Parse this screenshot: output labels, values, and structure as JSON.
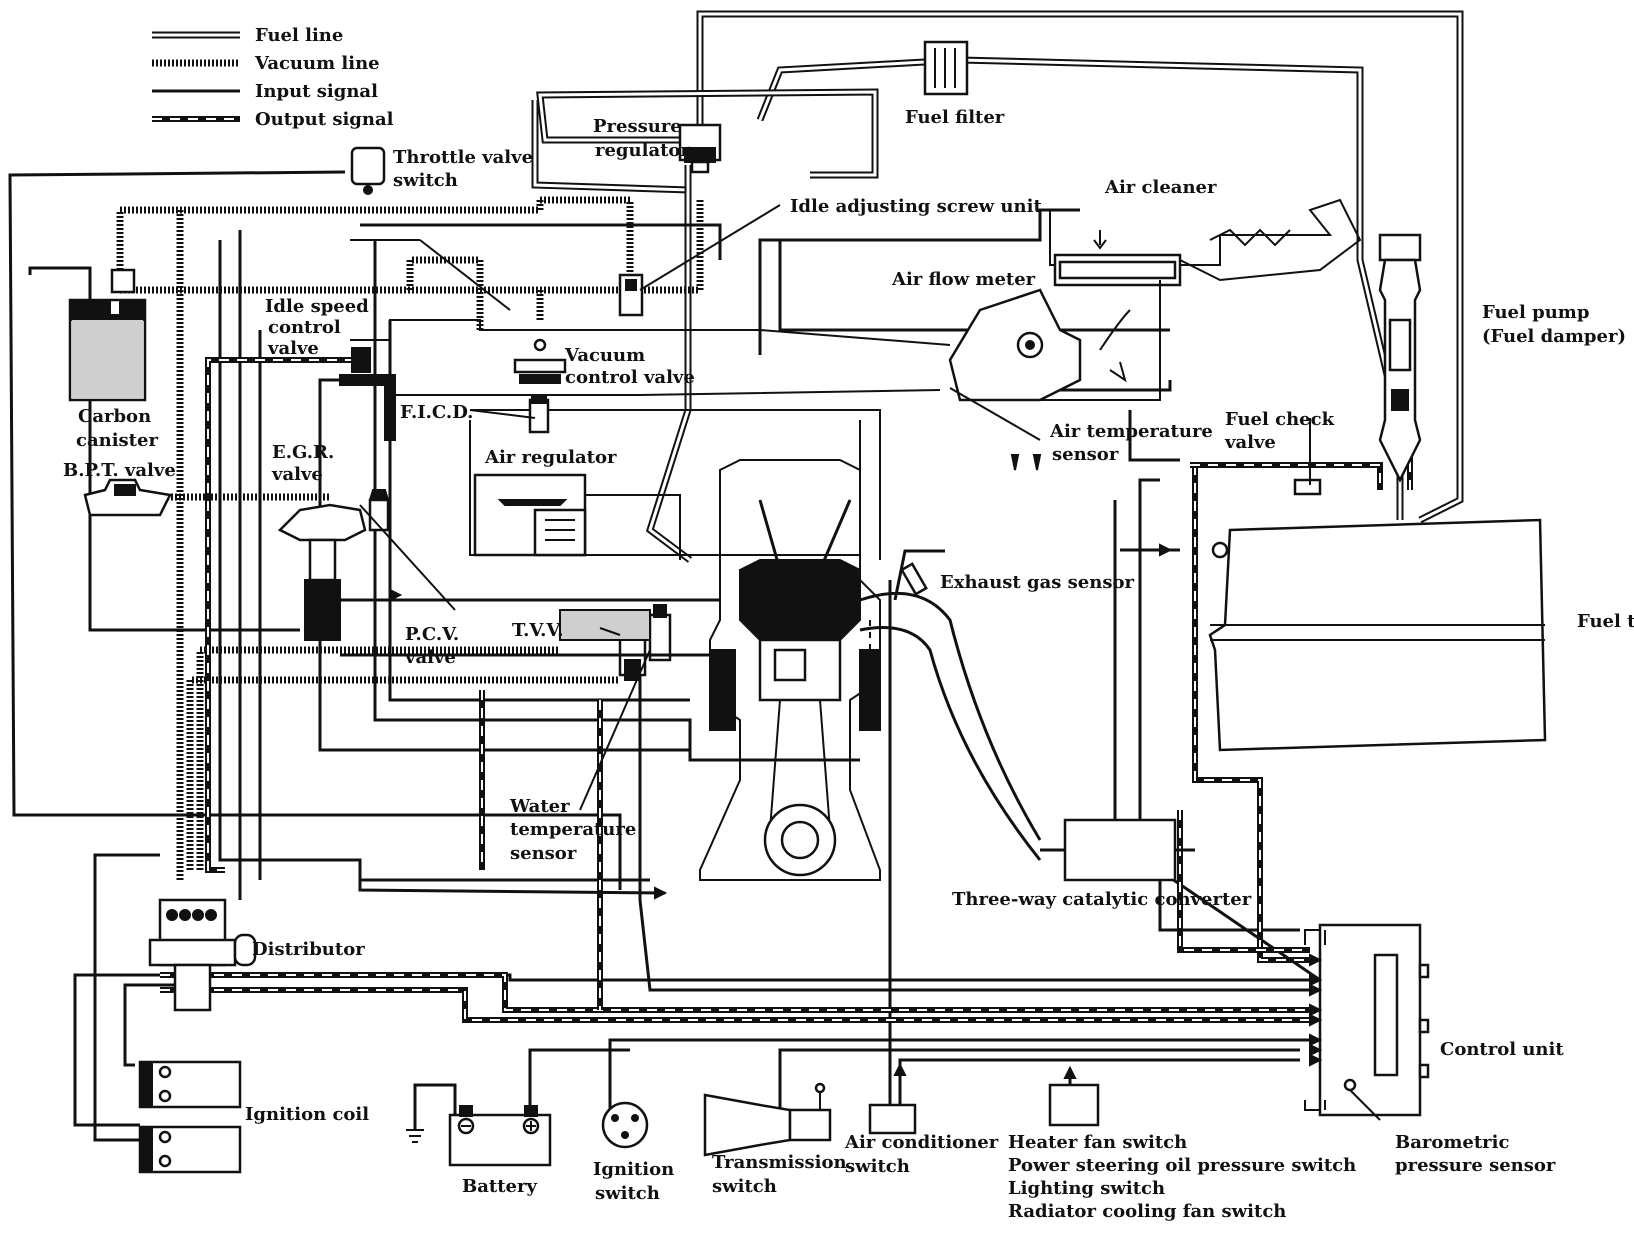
{
  "legend": {
    "fuel_line": "Fuel line",
    "vacuum_line": "Vacuum line",
    "input_signal": "Input signal",
    "output_signal": "Output signal"
  },
  "labels": {
    "pressure_regulator": [
      "Pressure",
      "regulator"
    ],
    "fuel_filter": "Fuel filter",
    "throttle_valve_switch": [
      "Throttle valve",
      "switch"
    ],
    "idle_adjusting_screw_unit": "Idle adjusting screw unit",
    "air_cleaner": "Air cleaner",
    "air_flow_meter": "Air flow meter",
    "fuel_pump": [
      "Fuel pump",
      "(Fuel damper)"
    ],
    "idle_speed_control_valve": [
      "Idle speed",
      "control",
      "valve"
    ],
    "vacuum_control_valve": [
      "Vacuum",
      "control valve"
    ],
    "carbon_canister": [
      "Carbon",
      "canister"
    ],
    "ficd": "F.I.C.D.",
    "air_regulator": "Air regulator",
    "air_temperature_sensor": [
      "Air temperature",
      "sensor"
    ],
    "fuel_check_valve": [
      "Fuel check",
      "valve"
    ],
    "egr_valve": [
      "E.G.R.",
      "valve"
    ],
    "bpt_valve": "B.P.T. valve",
    "exhaust_gas_sensor": "Exhaust gas sensor",
    "fuel_tank": "Fuel tank",
    "pcv_valve": [
      "P.C.V.",
      "valve"
    ],
    "tvv": "T.V.V.",
    "water_temperature_sensor": [
      "Water",
      "temperature",
      "sensor"
    ],
    "three_way_catalytic_converter": "Three-way catalytic converter",
    "distributor": "Distributor",
    "control_unit": "Control unit",
    "ignition_coil": "Ignition coil",
    "battery": "Battery",
    "ignition_switch": [
      "Ignition",
      "switch"
    ],
    "transmission_switch": [
      "Transmission",
      "switch"
    ],
    "air_conditioner_switch": [
      "Air conditioner",
      "switch"
    ],
    "other_switches": [
      "Heater fan switch",
      "Power steering oil pressure switch",
      "Lighting switch",
      "Radiator cooling fan switch"
    ],
    "barometric_pressure_sensor": [
      "Barometric",
      "pressure sensor"
    ]
  }
}
